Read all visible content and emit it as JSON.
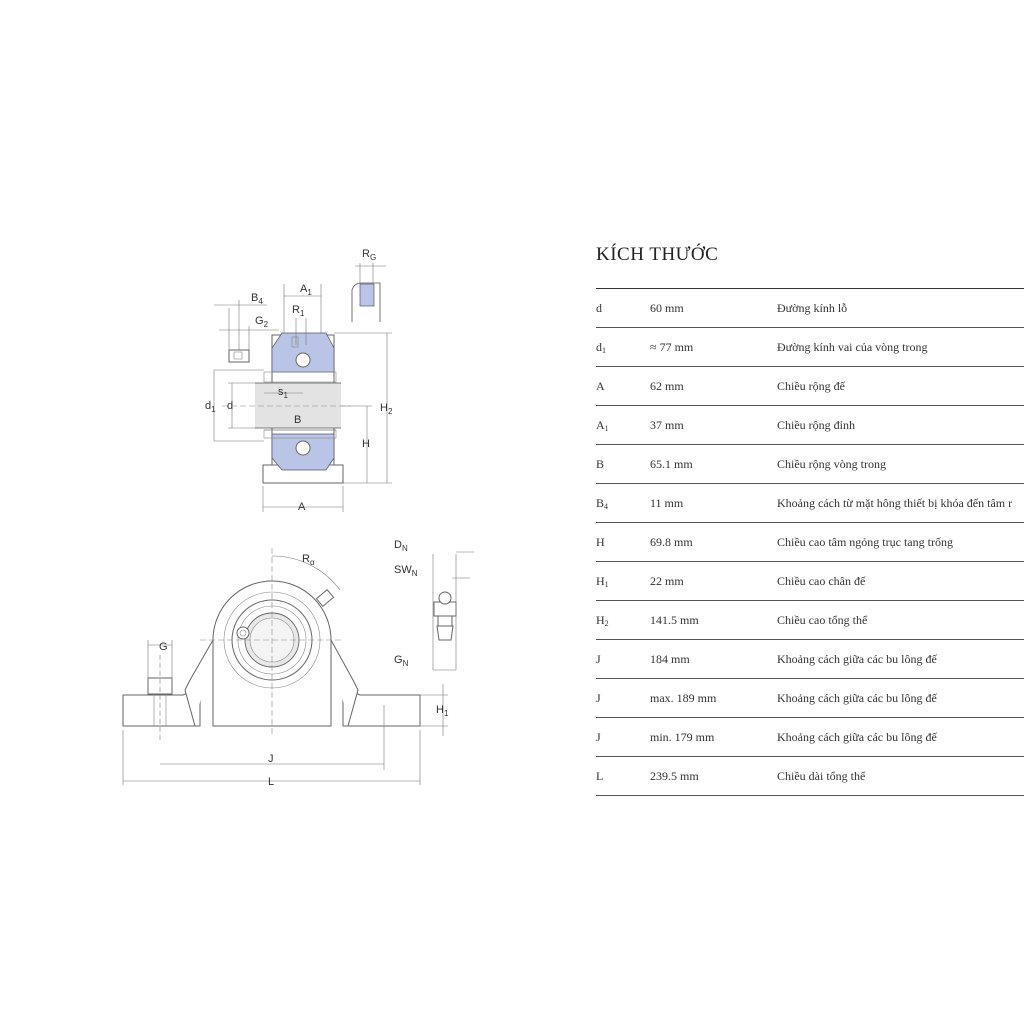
{
  "spec": {
    "title": "KÍCH THƯỚC",
    "rows": [
      {
        "sym": "d",
        "sub": "",
        "value": "60 mm",
        "desc": "Đường kính lỗ"
      },
      {
        "sym": "d",
        "sub": "1",
        "value": "≈ 77 mm",
        "desc": "Đường kính vai của vòng trong"
      },
      {
        "sym": "A",
        "sub": "",
        "value": "62 mm",
        "desc": "Chiều rộng đế"
      },
      {
        "sym": "A",
        "sub": "1",
        "value": "37 mm",
        "desc": "Chiều rộng đỉnh"
      },
      {
        "sym": "B",
        "sub": "",
        "value": "65.1 mm",
        "desc": "Chiều rộng vòng trong"
      },
      {
        "sym": "B",
        "sub": "4",
        "value": "11 mm",
        "desc": "Khoảng cách từ mặt hông thiết bị khóa đến tâm r"
      },
      {
        "sym": "H",
        "sub": "",
        "value": "69.8 mm",
        "desc": "Chiều cao tâm ngỏng trục tang trống"
      },
      {
        "sym": "H",
        "sub": "1",
        "value": "22 mm",
        "desc": "Chiều cao chân đế"
      },
      {
        "sym": "H",
        "sub": "2",
        "value": "141.5 mm",
        "desc": "Chiều cao tổng thể"
      },
      {
        "sym": "J",
        "sub": "",
        "value": "184 mm",
        "desc": "Khoảng cách giữa các bu lông đế"
      },
      {
        "sym": "J",
        "sub": "",
        "value": "max. 189 mm",
        "desc": "Khoảng cách giữa các bu lông đế"
      },
      {
        "sym": "J",
        "sub": "",
        "value": "min. 179 mm",
        "desc": "Khoảng cách giữa các bu lông đế"
      },
      {
        "sym": "L",
        "sub": "",
        "value": "239.5 mm",
        "desc": "Chiều dài tổng thể"
      }
    ]
  },
  "drawing_labels": {
    "B4": {
      "main": "B",
      "sub": "4"
    },
    "A1": {
      "main": "A",
      "sub": "1"
    },
    "RG": {
      "main": "R",
      "sub": "G"
    },
    "G2": {
      "main": "G",
      "sub": "2"
    },
    "R1": {
      "main": "R",
      "sub": "1"
    },
    "s1": {
      "main": "s",
      "sub": "1"
    },
    "d1": {
      "main": "d",
      "sub": "1"
    },
    "d": "d",
    "B": "B",
    "H2": {
      "main": "H",
      "sub": "2"
    },
    "H": "H",
    "A": "A",
    "Ra": {
      "main": "R",
      "sub": "α"
    },
    "DN": {
      "main": "D",
      "sub": "N"
    },
    "SWN": {
      "main": "SW",
      "sub": "N"
    },
    "GN": {
      "main": "G",
      "sub": "N"
    },
    "G": "G",
    "H1": {
      "main": "H",
      "sub": "1"
    },
    "J": "J",
    "L": "L"
  }
}
